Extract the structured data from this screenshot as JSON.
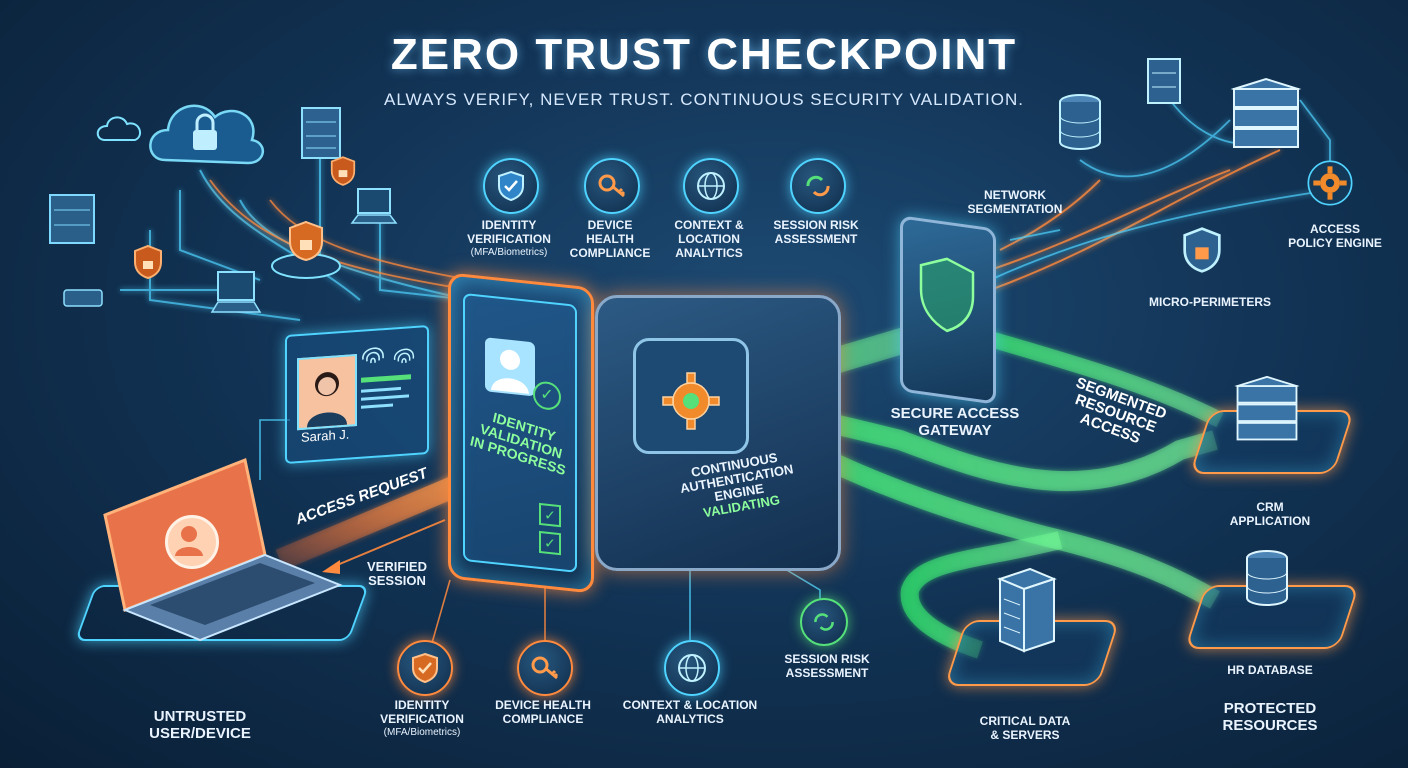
{
  "title": "ZERO TRUST CHECKPOINT",
  "subtitle": "ALWAYS VERIFY, NEVER TRUST. CONTINUOUS SECURITY VALIDATION.",
  "user_device": {
    "label_line1": "UNTRUSTED",
    "label_line2": "USER/DEVICE"
  },
  "id_card": {
    "name": "Sarah J."
  },
  "arrows": {
    "access_request": "ACCESS REQUEST",
    "verified_line1": "VERIFIED",
    "verified_line2": "SESSION"
  },
  "validation_panel": {
    "line1": "IDENTITY",
    "line2": "VALIDATION",
    "line3": "IN PROGRESS"
  },
  "engine": {
    "line1": "CONTINUOUS",
    "line2": "AUTHENTICATION",
    "line3": "ENGINE",
    "status": "VALIDATING"
  },
  "top_checks": [
    {
      "line1": "IDENTITY",
      "line2": "VERIFICATION",
      "line3": "(MFA/Biometrics)",
      "icon": "shield-check-icon"
    },
    {
      "line1": "DEVICE",
      "line2": "HEALTH",
      "line3": "COMPLIANCE",
      "icon": "key-icon"
    },
    {
      "line1": "CONTEXT &",
      "line2": "LOCATION",
      "line3": "ANALYTICS",
      "icon": "globe-icon"
    },
    {
      "line1": "SESSION RISK",
      "line2": "ASSESSMENT",
      "line3": "",
      "icon": "risk-cycle-icon"
    }
  ],
  "bottom_checks": [
    {
      "line1": "IDENTITY",
      "line2": "VERIFICATION",
      "line3": "(MFA/Biometrics)",
      "icon": "shield-lock-icon"
    },
    {
      "line1": "DEVICE HEALTH",
      "line2": "COMPLIANCE",
      "line3": "",
      "icon": "key-icon"
    },
    {
      "line1": "CONTEXT & LOCATION",
      "line2": "ANALYTICS",
      "line3": "",
      "icon": "globe-icon"
    },
    {
      "line1": "SESSION RISK",
      "line2": "ASSESSMENT",
      "line3": "",
      "icon": "risk-cycle-icon"
    }
  ],
  "gateway": {
    "line1": "SECURE ACCESS",
    "line2": "GATEWAY"
  },
  "network": {
    "segmentation_line1": "NETWORK",
    "segmentation_line2": "SEGMENTATION",
    "policy_line1": "ACCESS",
    "policy_line2": "POLICY ENGINE",
    "micro": "MICRO-PERIMETERS"
  },
  "segmented": {
    "line1": "SEGMENTED",
    "line2": "RESOURCE",
    "line3": "ACCESS"
  },
  "resources": {
    "crm_line1": "CRM",
    "crm_line2": "APPLICATION",
    "hr": "HR DATABASE",
    "critical_line1": "CRITICAL DATA",
    "critical_line2": "& SERVERS",
    "protected_line1": "PROTECTED",
    "protected_line2": "RESOURCES"
  },
  "colors": {
    "accent_cyan": "#4fd3ff",
    "accent_orange": "#ff8a3d",
    "accent_green": "#55e07a",
    "background": "#123456"
  }
}
